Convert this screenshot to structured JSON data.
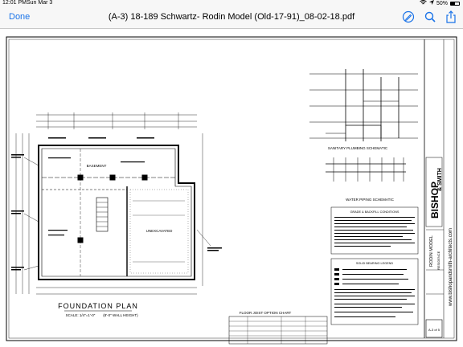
{
  "status": {
    "time": "12:01 PM",
    "date": "Sun Mar 3",
    "battery": "50%",
    "battery_level": 0.5
  },
  "nav": {
    "done_label": "Done",
    "title": "(A-3) 18-189 Schwartz- Rodin Model (Old-17-91)_08-02-18.pdf",
    "icons": [
      "pen-markup-icon",
      "search-icon",
      "share-icon"
    ]
  },
  "sheet": {
    "foundation_title": "FOUNDATION PLAN",
    "foundation_scale": "SCALE: 1/4\"=1'-0\"",
    "wall_height": "(8'-0\" WALL HEIGHT)",
    "room_basement": "BASEMENT",
    "room_unexcavated": "UNEXCAVATED",
    "plumbing_title": "SANITARY PLUMBING SCHEMATIC",
    "water_title": "WATER PIPING SCHEMATIC",
    "joist_chart_title": "FLOOR JOIST OPTION CHART",
    "grade_title": "GRADE & BACKFILL CONDITIONS",
    "bearing_title": "SOLID BEARING LEGEND",
    "firm_line1": "BISHOP",
    "firm_line2": "& SMITH",
    "model_name": "RODIN MODEL",
    "residence": "RESIDENCE",
    "website": "www.bishopandsmith-architects.com",
    "sheet_number": "A-3 of 5"
  }
}
